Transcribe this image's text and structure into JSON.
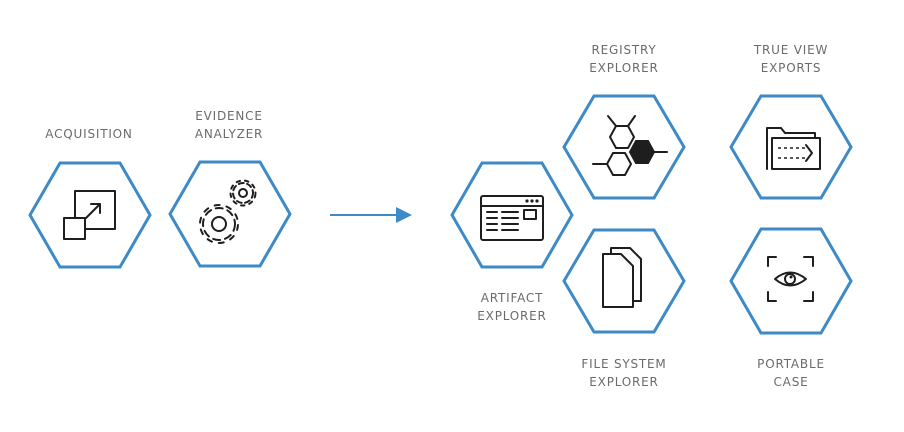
{
  "colors": {
    "hexagon_stroke": "#3d8ac7",
    "arrow": "#3d8ac7",
    "icon": "#1e1e1e",
    "label": "#6b6b6b"
  },
  "nodes": {
    "acquisition": {
      "line1": "ACQUISITION",
      "icon": "resize-icon"
    },
    "evidence_analyzer": {
      "line1": "EVIDENCE",
      "line2": "ANALYZER",
      "icon": "gears-icon"
    },
    "artifact_explorer": {
      "line1": "ARTIFACT",
      "line2": "EXPLORER",
      "icon": "browser-window-icon"
    },
    "registry_explorer": {
      "line1": "REGISTRY",
      "line2": "EXPLORER",
      "icon": "molecule-icon"
    },
    "file_system_explorer": {
      "line1": "FILE SYSTEM",
      "line2": "EXPLORER",
      "icon": "documents-icon"
    },
    "true_view_exports": {
      "line1": "TRUE VIEW",
      "line2": "EXPORTS",
      "icon": "folder-export-icon"
    },
    "portable_case": {
      "line1": "PORTABLE",
      "line2": "CASE",
      "icon": "eye-frame-icon"
    }
  }
}
